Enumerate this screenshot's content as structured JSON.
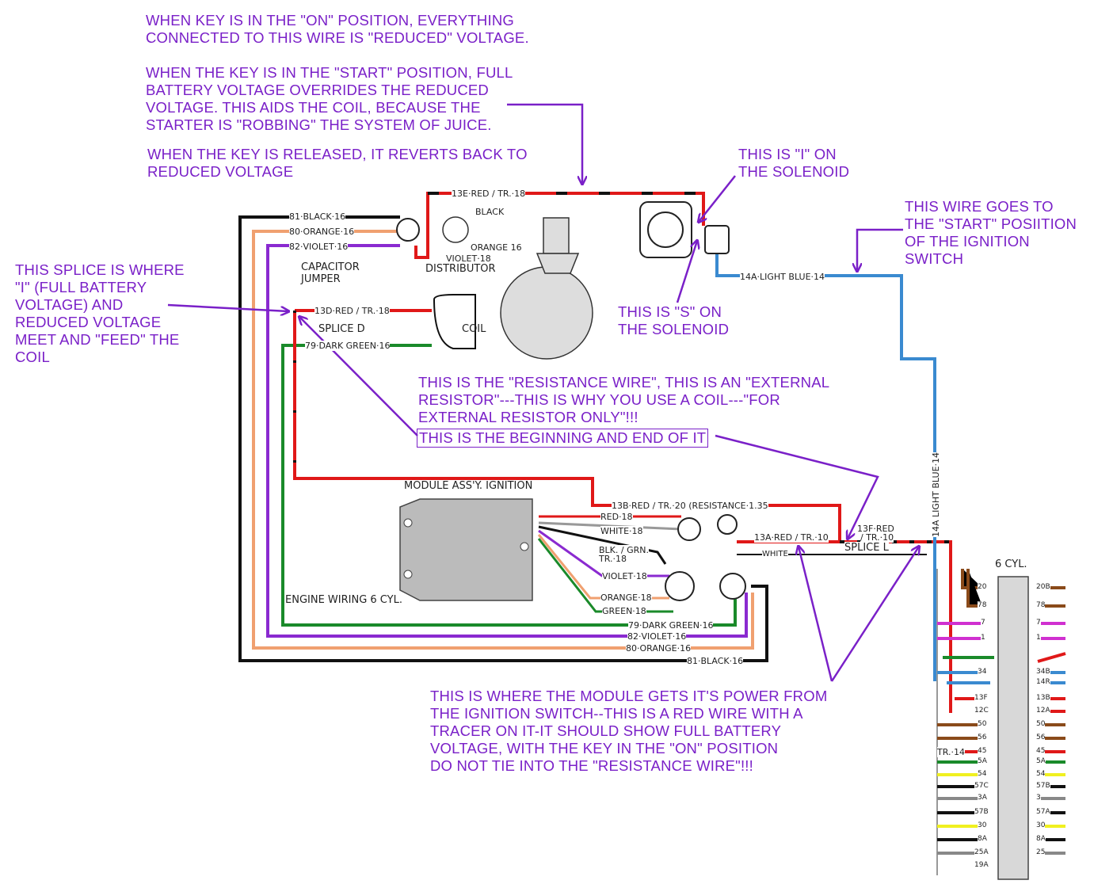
{
  "annotations": {
    "key_on": [
      "WHEN KEY IS IN THE \"ON\" POSITION, EVERYTHING",
      "CONNECTED TO THIS WIRE IS \"REDUCED\" VOLTAGE."
    ],
    "key_start": [
      "WHEN THE KEY IS IN THE \"START\" POSITION, FULL",
      "BATTERY VOLTAGE OVERRIDES THE REDUCED",
      "VOLTAGE. THIS AIDS THE COIL, BECAUSE THE",
      "STARTER IS \"ROBBING\" THE SYSTEM OF JUICE."
    ],
    "key_released": [
      "WHEN THE KEY IS RELEASED, IT REVERTS BACK TO",
      "REDUCED VOLTAGE"
    ],
    "solenoid_i": [
      "THIS IS \"I\" ON",
      "THE SOLENOID"
    ],
    "start_wire": [
      "THIS WIRE GOES TO",
      "THE \"START\" POSIITION",
      "OF THE IGNITION",
      "SWITCH"
    ],
    "splice": [
      "THIS SPLICE IS WHERE",
      "\"I\" (FULL BATTERY",
      "VOLTAGE) AND",
      "REDUCED VOLTAGE",
      "MEET AND \"FEED\" THE",
      "COIL"
    ],
    "solenoid_s": [
      "THIS IS \"S\" ON",
      "THE SOLENOID"
    ],
    "resistance": [
      "THIS IS THE \"RESISTANCE WIRE\", THIS IS AN \"EXTERNAL",
      "RESISTOR\"---THIS IS WHY YOU USE A COIL---\"FOR",
      "EXTERNAL RESISTOR ONLY\"!!!"
    ],
    "beginning_end": "THIS IS THE BEGINNING AND END OF IT",
    "module_power": [
      "THIS IS WHERE THE MODULE GETS IT'S POWER FROM",
      "THE IGNITION SWITCH--THIS IS A RED WIRE WITH A",
      "TRACER ON IT-IT SHOULD SHOW FULL BATTERY",
      "VOLTAGE, WITH THE KEY IN THE \"ON\" POSITION",
      "DO NOT TIE INTO THE \"RESISTANCE WIRE\"!!!"
    ]
  },
  "wire_labels": {
    "w13e": "13E·RED / TR.·18",
    "w81_top": "81·BLACK·16",
    "w80_top": "80·ORANGE·16",
    "w82_top": "82·VIOLET·16",
    "black": "BLACK",
    "orange16": "ORANGE 16",
    "violet18": "VIOLET·18",
    "distributor": "DISTRIBUTOR",
    "capacitor": "CAPACITOR",
    "jumper": "JUMPER",
    "w13d": "13D·RED / TR.·18",
    "splice_d": "SPLICE D",
    "coil": "COIL",
    "w79_top": "79·DARK GREEN·16",
    "w14a": "14A·LIGHT BLUE·14",
    "w14a_vert": "14A LIGHT BLUE·14",
    "module": "MODULE ASS'Y. IGNITION",
    "w13b": "13B·RED / TR.·20 (RESISTANCE·1.35",
    "red18": "RED·18",
    "white18": "WHITE·18",
    "blk_grn": "BLK. / GRN.",
    "tr18": "TR.·18",
    "violet18m": "VIOLET·18",
    "orange18": "ORANGE·18",
    "green18": "GREEN·18",
    "w13a": "13A·RED / TR.·10",
    "w13f_1": "13F·RED",
    "w13f_2": "/ TR.·10",
    "splice_l": "SPLICE L",
    "white": "WHITE",
    "engine_wiring": "ENGINE WIRING 6 CYL.",
    "w79_bot": "79·DARK GREEN·16",
    "w82_bot": "82·VIOLET·16",
    "w80_bot": "80·ORANGE·16",
    "w81_bot": "81·BLACK·16",
    "six_cyl": "6 CYL.",
    "tr14": "TR.·14"
  },
  "connector_left": [
    "20",
    "78",
    "7",
    "1",
    "",
    "34",
    "",
    "13F",
    "12C",
    "50",
    "56",
    "45",
    "5A",
    "54",
    "57C",
    "3A",
    "57B",
    "30",
    "8A",
    "25A",
    "19A"
  ],
  "connector_right": [
    "20B",
    "78",
    "7",
    "1",
    "",
    "34B",
    "14R",
    "",
    "13B",
    "12A",
    "50",
    "56",
    "45",
    "5A",
    "54",
    "57B",
    "3",
    "57A",
    "30",
    "8A",
    "25",
    ""
  ],
  "colors": {
    "annotation": "#7a20c8",
    "red": "#e01818",
    "black": "#111111",
    "orange": "#f0a070",
    "violet": "#8a2ad0",
    "green": "#1a8a2a",
    "blue": "#3a8ad0",
    "brown": "#8a4a1a",
    "magenta": "#d030d0",
    "yellow": "#f0f020",
    "grey": "#888888"
  }
}
